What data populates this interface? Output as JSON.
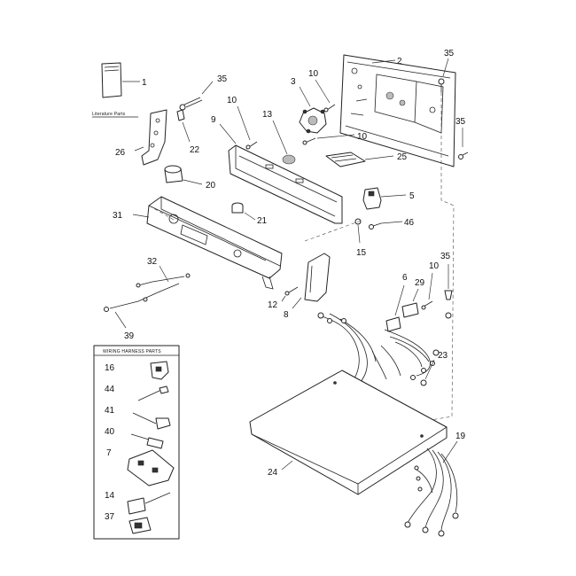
{
  "callouts": {
    "c1": "1",
    "c2": "2",
    "c3": "3",
    "c5": "5",
    "c6": "6",
    "c7": "7",
    "c8": "8",
    "c9": "9",
    "c10a": "10",
    "c10b": "10",
    "c10c": "10",
    "c10d": "10",
    "c12": "12",
    "c13": "13",
    "c14": "14",
    "c15": "15",
    "c16": "16",
    "c19": "19",
    "c20": "20",
    "c21": "21",
    "c22": "22",
    "c23": "23",
    "c24": "24",
    "c25": "25",
    "c26": "26",
    "c29": "29",
    "c31": "31",
    "c32": "32",
    "c35a": "35",
    "c35b": "35",
    "c35c": "35",
    "c35d": "35",
    "c37": "37",
    "c39": "39",
    "c40": "40",
    "c41": "41",
    "c44": "44",
    "c46": "46"
  },
  "labels": {
    "literature": "Literature Parts",
    "wiring_box_title": "WIRING HARNESS PARTS"
  }
}
